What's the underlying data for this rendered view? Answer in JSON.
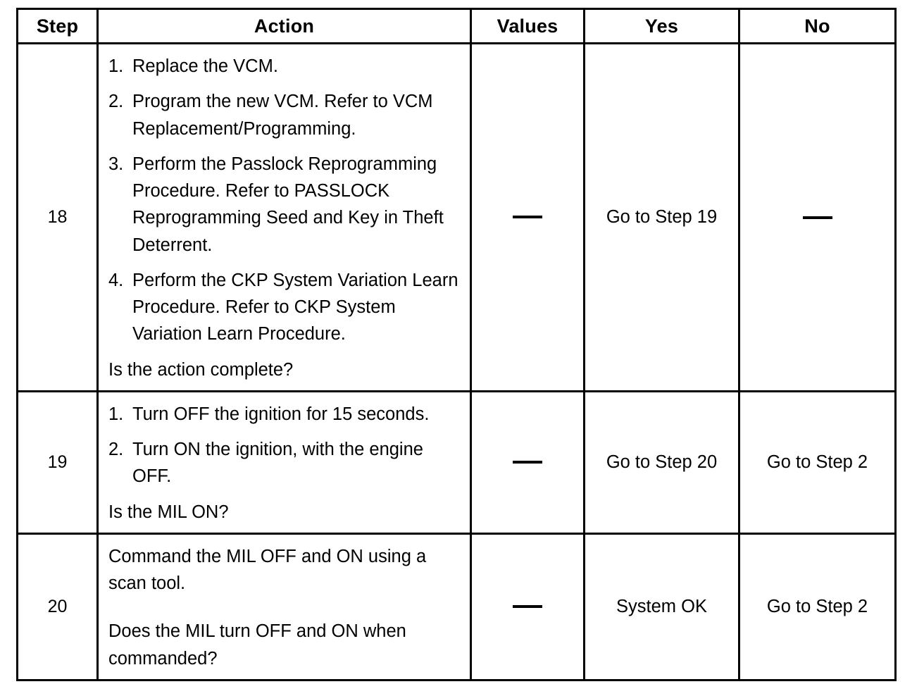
{
  "table": {
    "headers": {
      "step": "Step",
      "action": "Action",
      "values": "Values",
      "yes": "Yes",
      "no": "No"
    },
    "dash_symbol": "—",
    "rows": [
      {
        "step": "18",
        "action": {
          "numbered": [
            {
              "num": "1.",
              "text": "Replace the VCM."
            },
            {
              "num": "2.",
              "text": "Program the new VCM. Refer to VCM Replacement/Programming."
            },
            {
              "num": "3.",
              "text": "Perform the Passlock Reprogramming Procedure. Refer to PASSLOCK Reprogramming Seed and Key in Theft Deterrent."
            },
            {
              "num": "4.",
              "text": "Perform the CKP System Variation Learn Procedure. Refer to CKP System Variation Learn Procedure."
            }
          ],
          "question": "Is the action complete?"
        },
        "values": "—",
        "yes": "Go to Step 19",
        "no": "—"
      },
      {
        "step": "19",
        "action": {
          "numbered": [
            {
              "num": "1.",
              "text": "Turn OFF the ignition for 15 seconds."
            },
            {
              "num": "2.",
              "text": "Turn ON the ignition, with the engine OFF."
            }
          ],
          "question": "Is the MIL ON?"
        },
        "values": "—",
        "yes": "Go to Step 20",
        "no": "Go to Step 2"
      },
      {
        "step": "20",
        "action": {
          "numbered": [],
          "statement": "Command the MIL OFF and ON using a scan tool.",
          "question": "Does the MIL turn OFF and ON when commanded?"
        },
        "values": "—",
        "yes": "System OK",
        "no": "Go to Step 2"
      }
    ]
  }
}
